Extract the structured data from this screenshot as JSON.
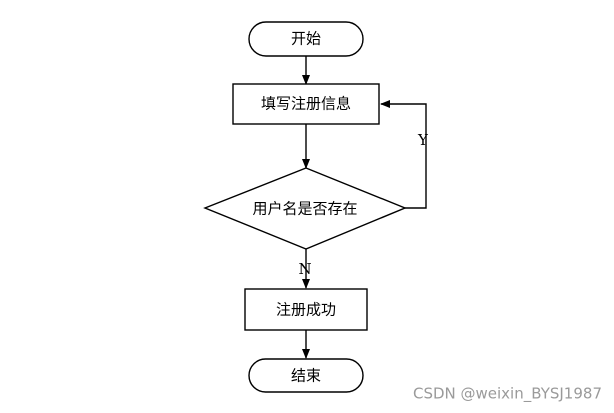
{
  "diagram": {
    "type": "flowchart",
    "nodes": {
      "start": {
        "label": "开始",
        "shape": "terminator"
      },
      "fill_info": {
        "label": "填写注册信息",
        "shape": "process"
      },
      "check_user": {
        "label": "用户名是否存在",
        "shape": "decision"
      },
      "register_success": {
        "label": "注册成功",
        "shape": "process"
      },
      "end": {
        "label": "结束",
        "shape": "terminator"
      }
    },
    "edges": [
      {
        "from": "start",
        "to": "fill_info",
        "label": ""
      },
      {
        "from": "fill_info",
        "to": "check_user",
        "label": ""
      },
      {
        "from": "check_user",
        "to": "fill_info",
        "label": "Y"
      },
      {
        "from": "check_user",
        "to": "register_success",
        "label": "N"
      },
      {
        "from": "register_success",
        "to": "end",
        "label": ""
      }
    ],
    "labels": {
      "yes": "Y",
      "no": "N"
    }
  },
  "watermark": "CSDN @weixin_BYSJ1987",
  "colors": {
    "stroke": "#000000",
    "fill": "#ffffff",
    "watermark": "#9a9a9a"
  }
}
